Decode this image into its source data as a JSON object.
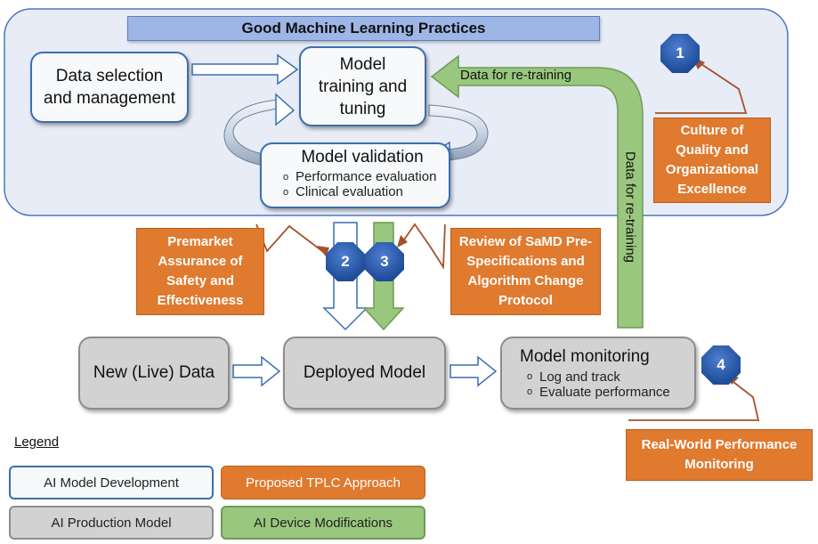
{
  "title": "Good Machine Learning Practices",
  "boxes": {
    "data_selection": "Data selection and management",
    "model_training": "Model training and tuning",
    "model_validation": {
      "title": "Model validation",
      "items": [
        "Performance evaluation",
        "Clinical evaluation"
      ]
    },
    "new_data": "New (Live) Data",
    "deployed_model": "Deployed Model",
    "model_monitoring": {
      "title": "Model monitoring",
      "items": [
        "Log and track",
        "Evaluate performance"
      ]
    }
  },
  "arrow_labels": {
    "retrain_horizontal": "Data for re-training",
    "retrain_vertical": "Data for re-training"
  },
  "callouts": {
    "culture": "Culture of Quality and Organizational Excellence",
    "premarket": "Premarket Assurance of Safety and Effectiveness",
    "review": "Review of SaMD Pre-Specifications and Algorithm Change Protocol",
    "realworld": "Real-World Performance Monitoring"
  },
  "markers": [
    "1",
    "2",
    "3",
    "4"
  ],
  "legend": {
    "title": "Legend",
    "items": [
      "AI Model Development",
      "Proposed TPLC Approach",
      "AI Production Model",
      "AI Device Modifications"
    ]
  },
  "colors": {
    "orange": "#e07a2f",
    "green": "#9ac77e",
    "blue_region": "#e7ecf6",
    "gray": "#d2d2d2",
    "marker_blue": "#2a5aa8"
  }
}
